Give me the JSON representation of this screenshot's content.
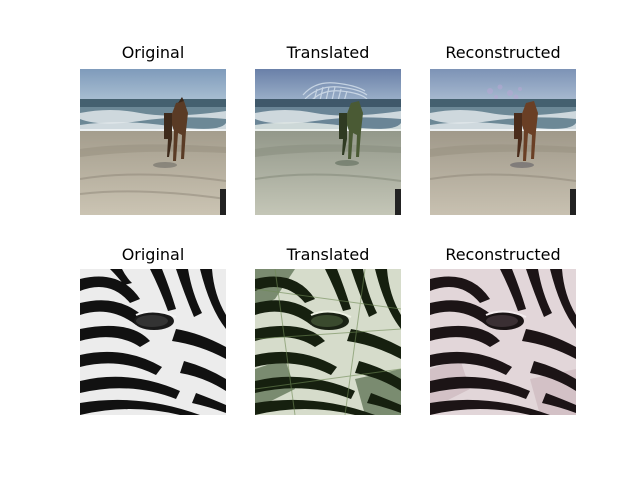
{
  "rows": [
    {
      "subject": "horse on beach",
      "panels": [
        {
          "title": "Original",
          "variant": "original"
        },
        {
          "title": "Translated",
          "variant": "translated"
        },
        {
          "title": "Reconstructed",
          "variant": "reconstructed"
        }
      ]
    },
    {
      "subject": "zebra close-up",
      "panels": [
        {
          "title": "Original",
          "variant": "original"
        },
        {
          "title": "Translated",
          "variant": "translated"
        },
        {
          "title": "Reconstructed",
          "variant": "reconstructed"
        }
      ]
    }
  ],
  "colors": {
    "sky": "#8fa9c4",
    "sea": "#5a7a8a",
    "foam": "#dfe6ea",
    "sand": "#b3aa98",
    "sand_dark": "#8e8677",
    "horse": "#5a3b25",
    "zebra_dark": "#111111",
    "zebra_light": "#f0f0f0",
    "tint_green": "#3f5a2e",
    "tint_pink": "#b89aa3"
  }
}
